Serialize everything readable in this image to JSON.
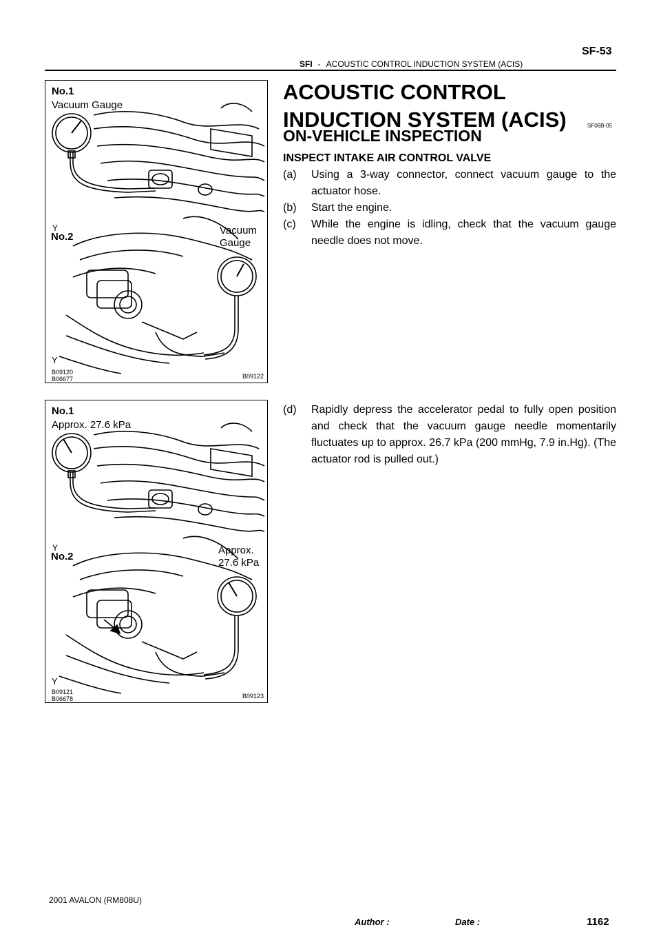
{
  "header": {
    "page_code": "SF-53",
    "section": "SFI",
    "separator": "-",
    "title": "ACOUSTIC CONTROL INDUCTION SYSTEM (ACIS)"
  },
  "figure1": {
    "label_no1": "No.1",
    "label_gauge1": "Vacuum Gauge",
    "label_no2": "No.2",
    "label_gauge2_line1": "Vacuum",
    "label_gauge2_line2": "Gauge",
    "mark_y": "Y",
    "code_a": "B09120",
    "code_b": "B06677",
    "code_c": "B09122"
  },
  "figure2": {
    "label_no1": "No.1",
    "label_gauge1": "Approx. 27.6 kPa",
    "label_no2": "No.2",
    "label_gauge2_line1": "Approx.",
    "label_gauge2_line2": "27.6 kPa",
    "mark_y": "Y",
    "code_a": "B09121",
    "code_b": "B06678",
    "code_c": "B09123"
  },
  "content": {
    "main_title": "ACOUSTIC CONTROL INDUCTION SYSTEM (ACIS)",
    "ref_code": "SF06B-05",
    "sub_title": "ON-VEHICLE  INSPECTION",
    "section_head": "INSPECT INTAKE AIR CONTROL VALVE",
    "steps": [
      {
        "label": "(a)",
        "text": "Using a 3-way connector, connect vacuum gauge to the actuator hose."
      },
      {
        "label": "(b)",
        "text": "Start the engine."
      },
      {
        "label": "(c)",
        "text": "While the engine is idling, check that the vacuum gauge needle does not move."
      },
      {
        "label": "(d)",
        "text": "Rapidly depress the accelerator pedal to fully open position and check that the vacuum gauge needle momentarily fluctuates up to approx. 26.7 kPa (200 mmHg, 7.9 in.Hg). (The actuator rod is pulled out.)"
      }
    ]
  },
  "footer": {
    "model": "2001 AVALON   (RM808U)",
    "author_label": "Author :",
    "date_label": "Date :",
    "page_number": "1162"
  }
}
